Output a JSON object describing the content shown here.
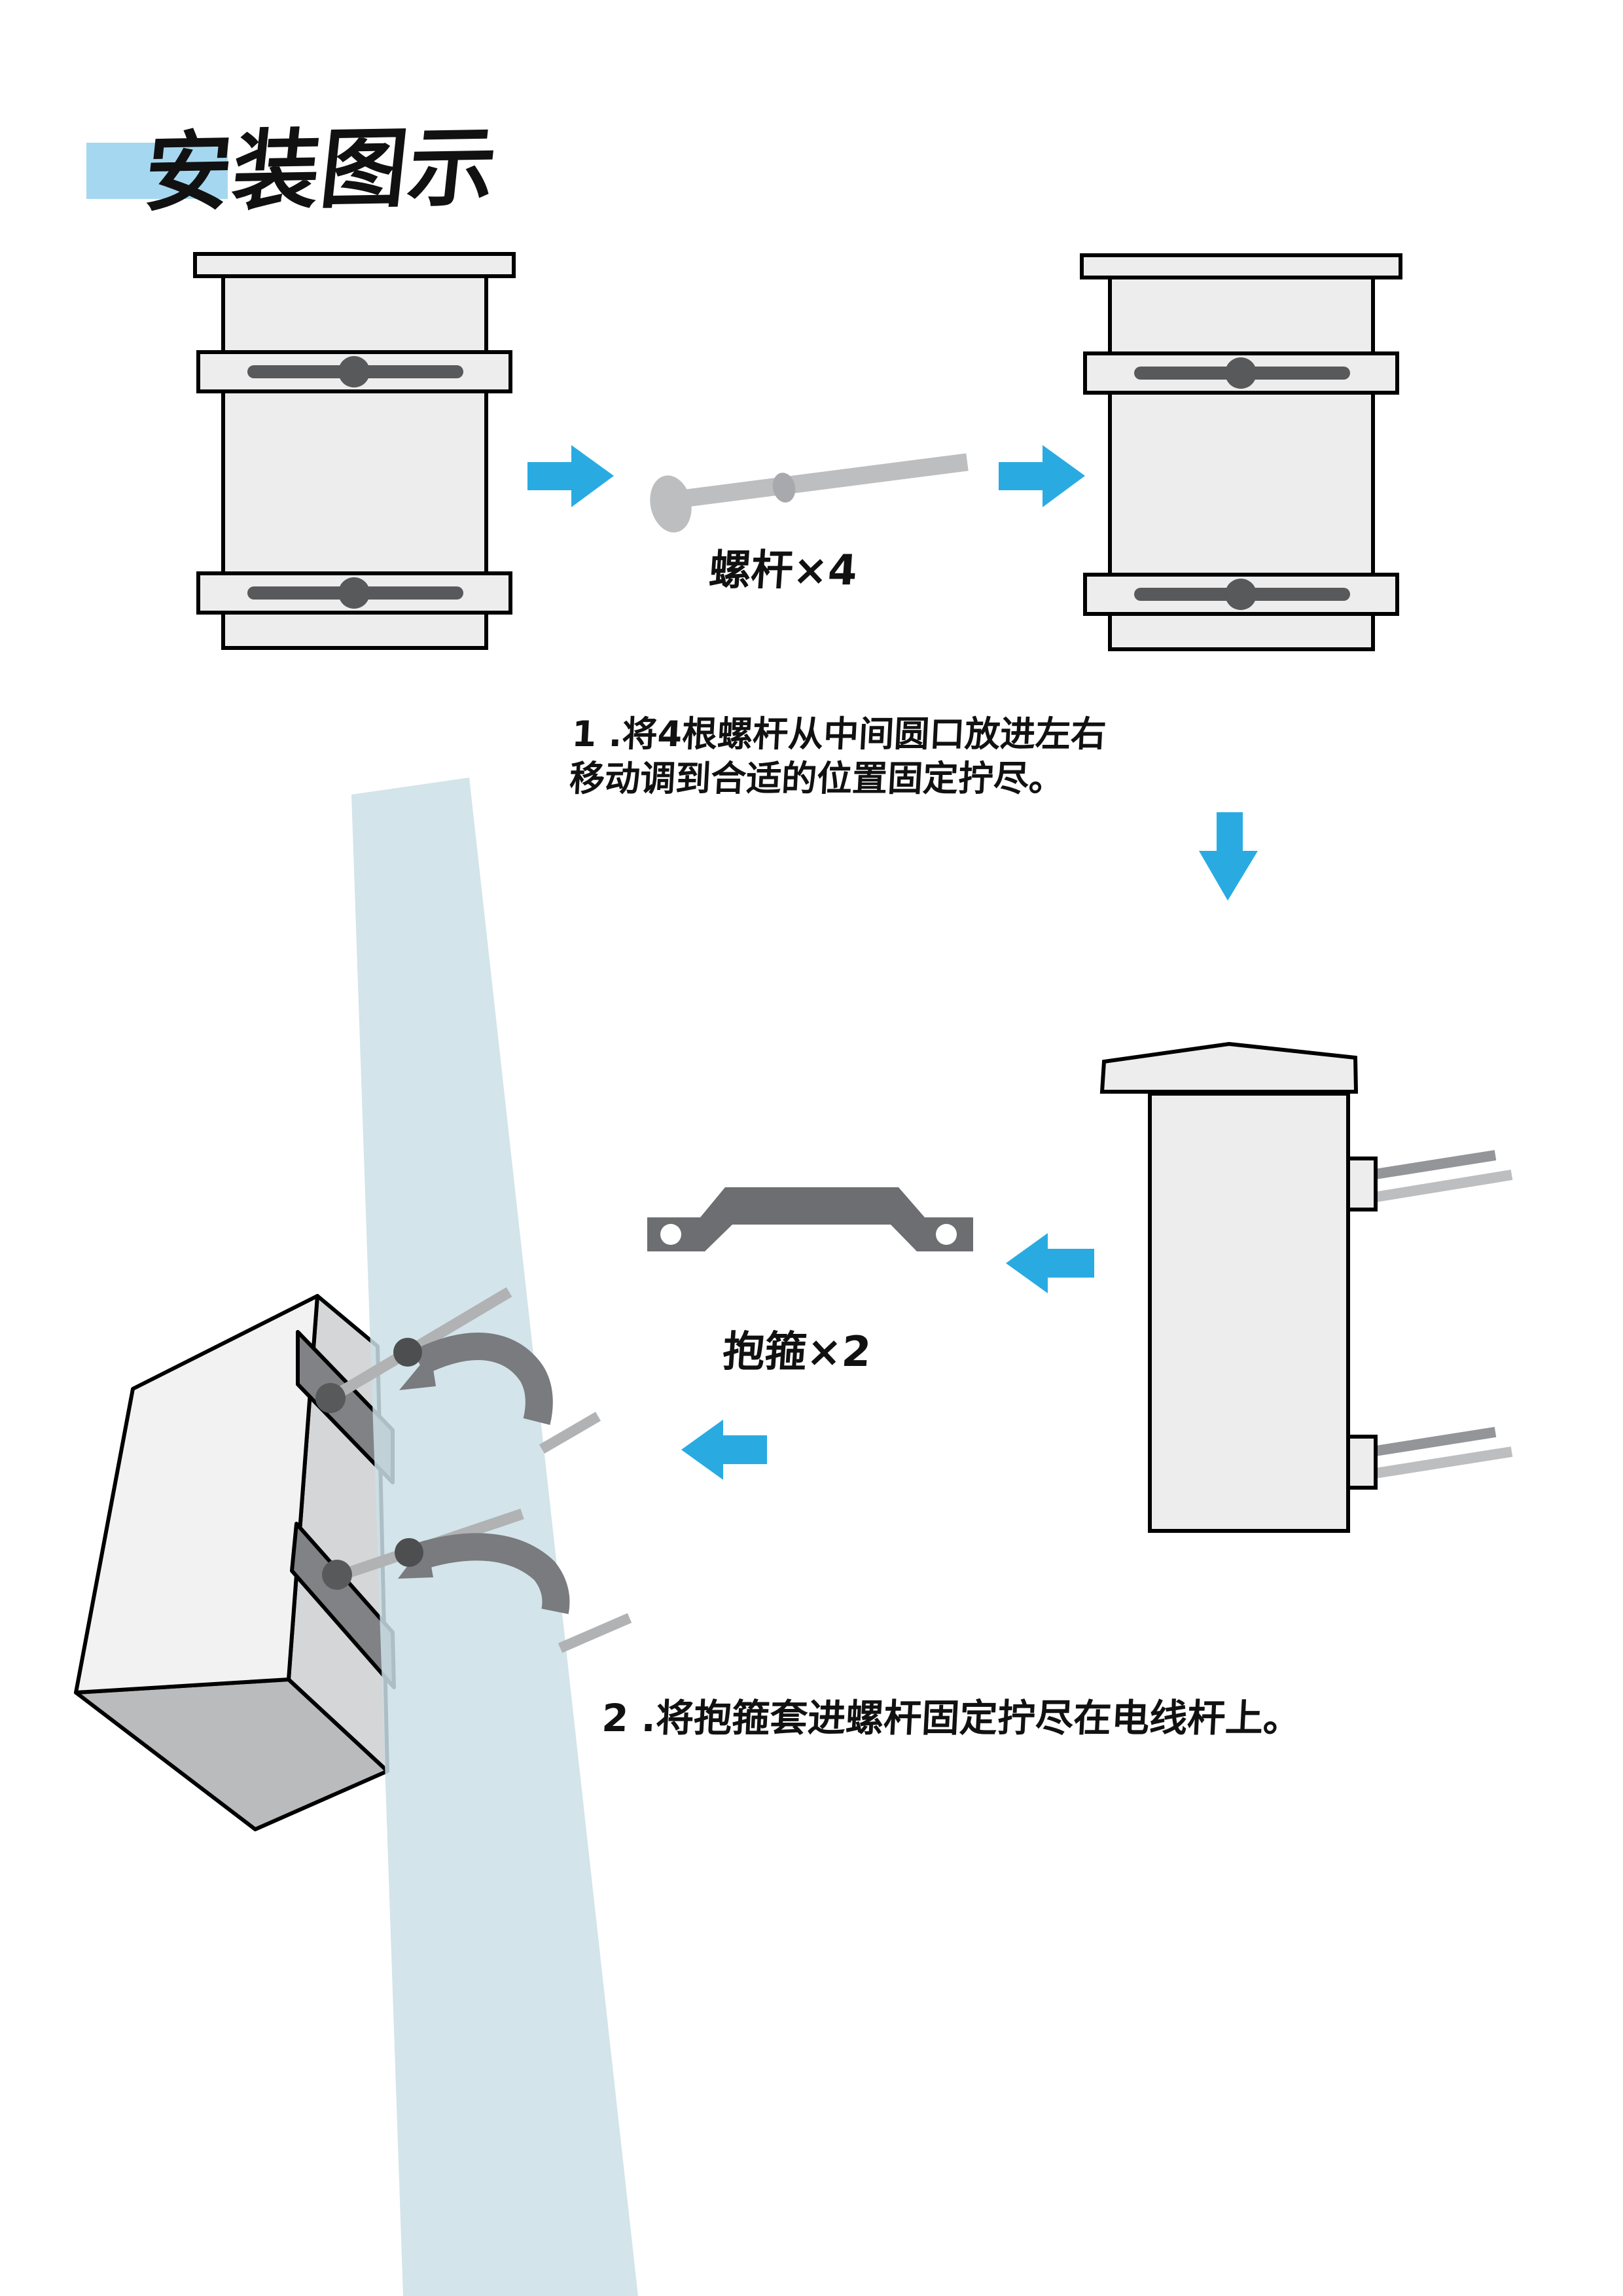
{
  "page": {
    "title": "安装图示",
    "background": "#ffffff"
  },
  "labels": {
    "screw_part": "螺杆×4",
    "clamp_part": "抱箍×2"
  },
  "steps": {
    "step1_line1": "1 .将4根螺杆从中间圆口放进左右",
    "step1_line2": "移动调到合适的位置固定拧尽。",
    "step2": "2 .将抱箍套进螺杆固定拧尽在电线杆上。"
  },
  "colors": {
    "accent_arrow_blue": "#29abe2",
    "title_highlight_blue": "#a5d8f0",
    "pole_light_blue": "#cbdfe6",
    "device_fill_gray": "#ededee",
    "dark_rod_gray": "#58595b",
    "clamp_dark_gray": "#6d6e71",
    "screw_light_gray": "#bcbec0",
    "box_front_white": "#f2f2f3",
    "box_side_gray": "#d4d6d8",
    "box_bottom_gray": "#b9bbbd",
    "mount_strip_gray": "#808285",
    "text_black": "#111111"
  }
}
